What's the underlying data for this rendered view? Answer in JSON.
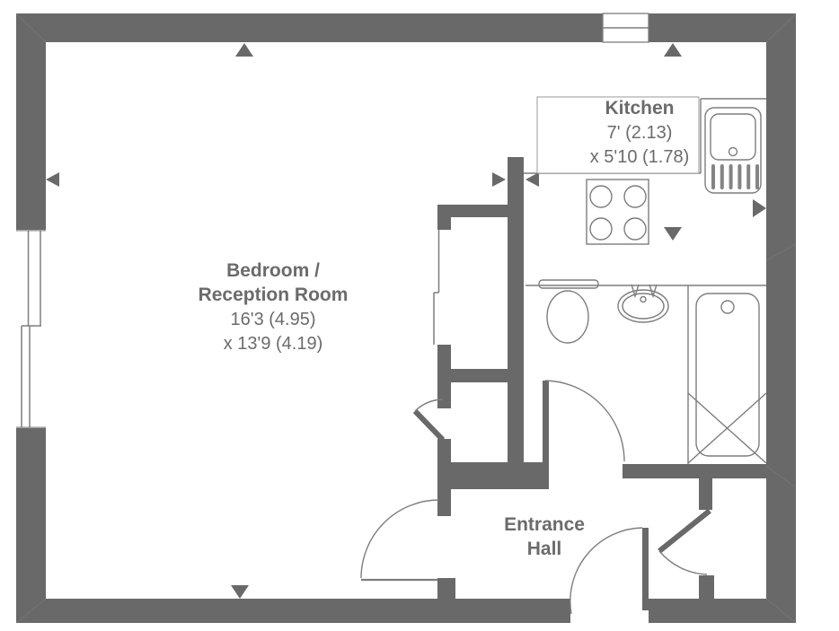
{
  "colors": {
    "wall": "#696969",
    "line": "#7d7d7d",
    "text": "#6b6b6b",
    "background": "#ffffff"
  },
  "rooms": {
    "bedroom_reception": {
      "name_line1": "Bedroom /",
      "name_line2": "Reception Room",
      "dim_line1": "16'3 (4.95)",
      "dim_line2": "x 13'9 (4.19)"
    },
    "kitchen": {
      "name": "Kitchen",
      "dim_line1": "7' (2.13)",
      "dim_line2": "x 5'10 (1.78)"
    },
    "entrance_hall": {
      "name_line1": "Entrance",
      "name_line2": "Hall"
    }
  },
  "fixtures": [
    "kitchen-sink-with-drainer",
    "four-ring-hob",
    "toilet",
    "wash-basin",
    "bath-with-shower"
  ],
  "symbols": {
    "dimension_arrows": 8,
    "windows": 3,
    "door_swings": 5
  }
}
